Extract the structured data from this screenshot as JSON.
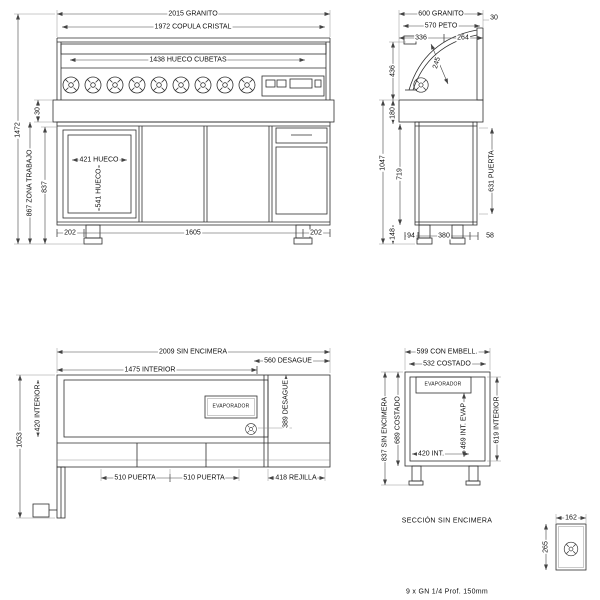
{
  "front": {
    "granito_width": "2015 GRANITO",
    "copula_cristal": "1972 COPULA CRISTAL",
    "hueco_cubetas": "1438 HUECO CUBETAS",
    "altura_total": "1472",
    "espesor_granito": "30",
    "zona_trabajo": "867 ZONA TRABAJO",
    "altura_cuerpo": "837",
    "hueco_ancho": "421 HUECO",
    "hueco_alto": "541 HUECO",
    "pata_izq": "202",
    "base": "1605",
    "pata_der": "202"
  },
  "side": {
    "granito_fondo": "600 GRANITO",
    "peto": "570 PETO",
    "frente": "336",
    "trasera": "264",
    "espesor_peto": "30",
    "altura_vitrina": "436",
    "cristal": "245",
    "alto_peto": "180",
    "altura_encimera": "1047",
    "altura_mueble": "719",
    "puerta_lateral": "631 PUERTA",
    "pata": "148",
    "cota_94": "94",
    "cota_380": "380",
    "cota_58": "58"
  },
  "plan": {
    "sin_encimera": "2009 SIN ENCIMERA",
    "interior": "1475 INTERIOR",
    "desague": "560 DESAGUE",
    "interior_fondo": "420 INTERIOR",
    "fondo_total": "1053",
    "evaporador": "EVAPORADOR",
    "desague_fondo": "389 DESAGUE",
    "puerta1": "510 PUERTA",
    "puerta2": "510 PUERTA",
    "rejilla": "418 REJILLA"
  },
  "section": {
    "con_embell": "599 CON EMBELL.",
    "costado": "532 COSTADO",
    "evaporador": "EVAPORADOR",
    "sin_encimera_alto": "837 SIN ENCIMERA",
    "costado_alto": "689 COSTADO",
    "interior_ancho": "420 INT.",
    "interior_evap": "469 INT. EVAP",
    "interior_alto": "619 INTERIOR",
    "caption": "SECCIÓN SIN ENCIMERA"
  },
  "detail": {
    "ancho": "162",
    "alto": "265"
  },
  "footer": {
    "note": "9 x GN 1/4 Prof. 150mm"
  },
  "icons": {
    "gn_pan": "circled GN-pan / drain symbol"
  }
}
